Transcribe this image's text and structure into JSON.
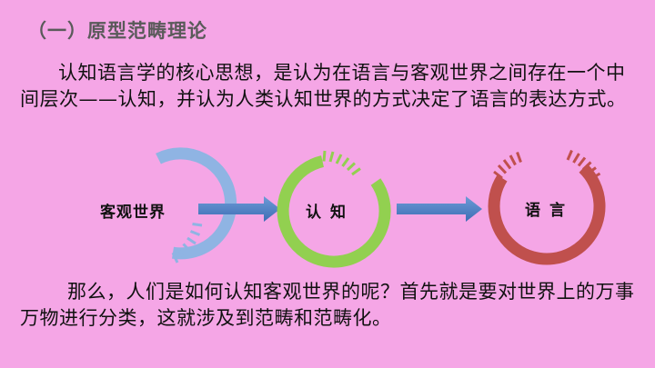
{
  "slide": {
    "section_title": "（一）原型范畴理论",
    "paragraph_1": "认知语言学的核心思想，是认为在语言与客观世界之间存在一个中间层次——认知，并认为人类认知世界的方式决定了语言的表达方式。",
    "paragraph_2": "那么，人们是如何认知客观世界的呢？首先就是要对世界上的万事万物进行分类，这就涉及到范畴和范畴化。"
  },
  "diagram": {
    "nodes": [
      {
        "label": "客观世界",
        "color": "#8fb4e3"
      },
      {
        "label": "认知",
        "color": "#92d050"
      },
      {
        "label": "语言",
        "color": "#c0504d"
      }
    ],
    "arrow_color": "#4f81bd"
  }
}
